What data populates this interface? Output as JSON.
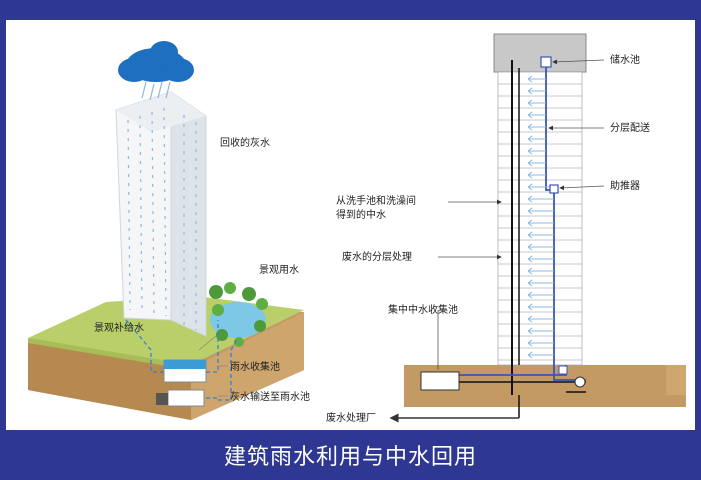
{
  "caption": "建筑雨水利用与中水回用",
  "left_labels": {
    "recycled_greywater": "回收的灰水",
    "landscape_water": "景观用水",
    "landscape_makeup": "景观补给水",
    "rainwater_tank": "雨水收集池",
    "greywater_to_tank": "灰水输送至雨水池"
  },
  "right_labels": {
    "storage_tank": "储水池",
    "layered_distribution": "分层配送",
    "booster": "助推器",
    "from_sinks_line1": "从洗手池和洗澡间",
    "from_sinks_line2": "得到的中水",
    "layered_treatment": "废水的分层处理",
    "central_tank": "集中中水收集池",
    "treatment_plant": "废水处理厂"
  },
  "colors": {
    "frame": "#2e3792",
    "pipe_blue": "#3a55b5",
    "arrow_light_blue": "#8fb8dd",
    "soil": "#c39a63",
    "grass": "#b9cf6a",
    "water": "#7cc8e6"
  }
}
